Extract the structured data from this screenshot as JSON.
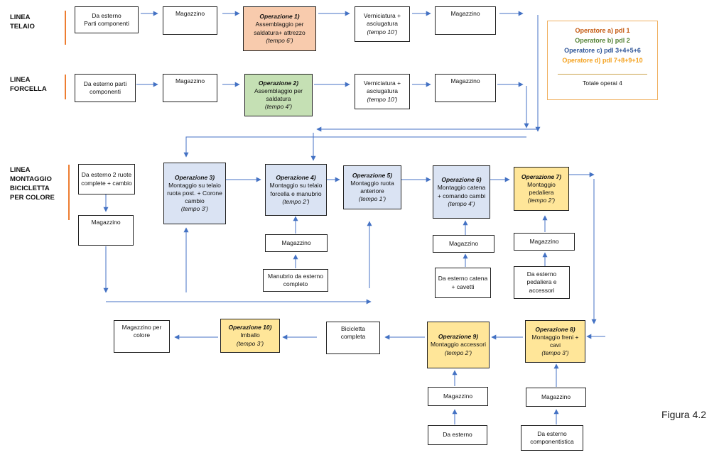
{
  "lines": {
    "telaio": [
      "LINEA",
      "TELAIO"
    ],
    "forcella": [
      "LINEA",
      "FORCELLA"
    ],
    "montaggio": [
      "LINEA",
      "MONTAGGIO",
      "BICICLETTA",
      "PER COLORE"
    ]
  },
  "colors": {
    "operator_a": "#c55a11",
    "operator_b": "#548235",
    "operator_c": "#2f5597",
    "operator_d": "#f4a11d",
    "line_marker": "#ed7d31",
    "arrow": "#4472c4",
    "op_orange_fill": "#f8cbad",
    "op_green_fill": "#c5e0b4",
    "op_blue_fill": "#dae3f3",
    "op_yellow_fill": "#ffe699"
  },
  "nodes": {
    "t_esterno": {
      "p1": "Da esterno",
      "p2": "Parti componenti"
    },
    "t_mag1": "Magazzino",
    "op1": {
      "title": "Operazione 1)",
      "desc": "Assemblaggio per saldatura+ attrezzo",
      "time": "(tempo 6’)"
    },
    "t_vern": {
      "p1": "Verniciatura +",
      "p2": "asciugatura",
      "time": "(tempo 10’)"
    },
    "t_mag2": "Magazzino",
    "f_esterno": "Da esterno parti componenti",
    "f_mag1": "Magazzino",
    "op2": {
      "title": "Operazione 2)",
      "desc": "Assemblaggio per saldatura",
      "time": "(tempo 4’)"
    },
    "f_vern": {
      "p1": "Verniciatura +",
      "p2": "asciugatura",
      "time": "(tempo 10’)"
    },
    "f_mag2": "Magazzino",
    "m_esterno": "Da esterno 2 ruote complete + cambio",
    "m_mag": "Magazzino",
    "op3": {
      "title": "Operazione 3)",
      "desc": "Montaggio su telaio ruota post. + Corone cambio",
      "time": "(tempo 3’)"
    },
    "op4": {
      "title": "Operazione 4)",
      "desc": "Montaggio su telaio forcella e manubrio",
      "time": "(tempo 2’)"
    },
    "op5": {
      "title": "Operazione 5)",
      "desc": "Montaggio ruota anteriore",
      "time": "(tempo 1’)"
    },
    "op6": {
      "title": "Operazione 6)",
      "desc": "Montaggio catena + comando cambi",
      "time": "(tempo 4’)"
    },
    "op7": {
      "title": "Operazione 7)",
      "desc": "Montaggio pedaliera",
      "time": "(tempo 2’)"
    },
    "op4_mag": "Magazzino",
    "op4_ext": "Manubrio da esterno completo",
    "op6_mag": "Magazzino",
    "op6_ext": "Da esterno catena + cavetti",
    "op7_mag": "Magazzino",
    "op7_ext": "Da esterno pedaliera e accessori",
    "op8": {
      "title": "Operazione 8)",
      "desc": "Montaggio freni + cavi",
      "time": "(tempo 3’)"
    },
    "op9": {
      "title": "Operazione 9)",
      "desc": "Montaggio accessori",
      "time": "(tempo 2’)"
    },
    "bici": "Bicicletta completa",
    "op10": {
      "title": "Operazione 10)",
      "desc": "Imballo",
      "time": "(tempo 3’)"
    },
    "mag_colore": "Magazzino per colore",
    "op9_mag": "Magazzino",
    "op9_ext": "Da esterno",
    "op8_mag": "Magazzino",
    "op8_ext": "Da esterno componentistica"
  },
  "legend": {
    "a": "Operatore a)  pdl 1",
    "b": "Operatore b) pdl 2",
    "c": "Operatore c) pdl 3+4+5+6",
    "d": "Operatore d) pdl 7+8+9+10",
    "total": "Totale operai 4"
  },
  "caption": "Figura 4.2"
}
